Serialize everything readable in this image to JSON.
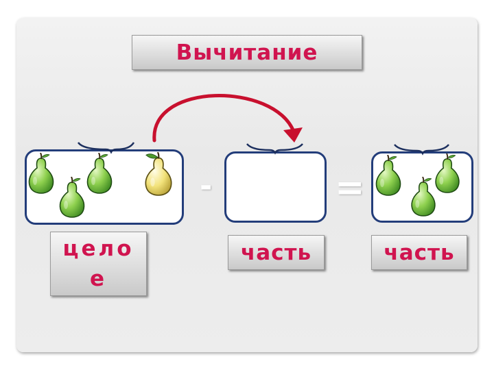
{
  "title": "Вычитание",
  "labels": {
    "whole": "целое",
    "part1": "часть",
    "part2": "часть"
  },
  "signs": {
    "minus": "-",
    "equals": "="
  },
  "colors": {
    "label_text": "#d0144f",
    "arrow": "#c8102e",
    "set_border": "#233d7a",
    "green_pear": "#8fd14f",
    "yellow_pear": "#f2e27a"
  },
  "sets": {
    "whole": {
      "green_pears": 3,
      "yellow_pears": 1
    },
    "part1": {
      "green_pears": 0,
      "yellow_pears": 0
    },
    "part2": {
      "green_pears": 3,
      "yellow_pears": 0
    }
  },
  "icons": {
    "pear": "pear-icon",
    "arrow": "curved-arrow",
    "brace": "top-brace"
  }
}
